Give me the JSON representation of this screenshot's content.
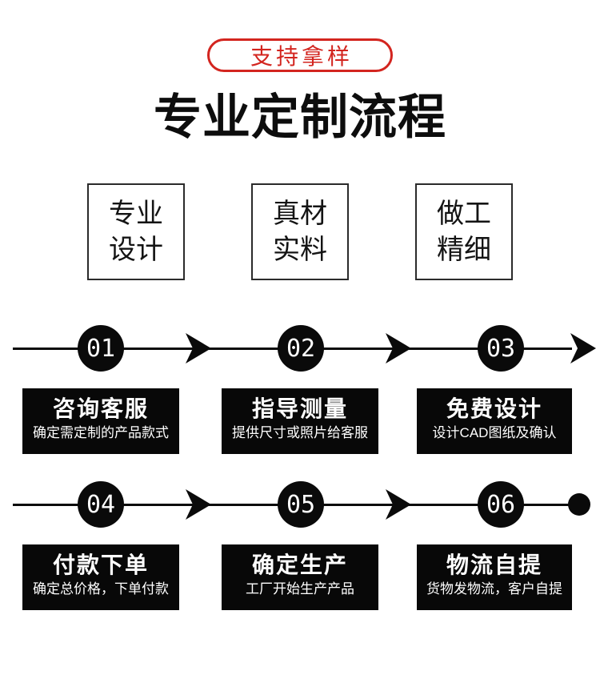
{
  "badge": {
    "label": "支持拿样"
  },
  "title": "专业定制流程",
  "features": [
    {
      "label": "专业\n设计"
    },
    {
      "label": "真材\n实料"
    },
    {
      "label": "做工\n精细"
    }
  ],
  "steps": [
    {
      "number": "01",
      "title": "咨询客服",
      "desc": "确定需定制的产品款式"
    },
    {
      "number": "02",
      "title": "指导测量",
      "desc": "提供尺寸或照片给客服"
    },
    {
      "number": "03",
      "title": "免费设计",
      "desc": "设计CAD图纸及确认"
    },
    {
      "number": "04",
      "title": "付款下单",
      "desc": "确定总价格，下单付款"
    },
    {
      "number": "05",
      "title": "确定生产",
      "desc": "工厂开始生产产品"
    },
    {
      "number": "06",
      "title": "物流自提",
      "desc": "货物发物流，客户自提"
    }
  ],
  "colors": {
    "accent_red": "#d3251f",
    "step_black": "#080808",
    "text_white": "#ffffff"
  }
}
